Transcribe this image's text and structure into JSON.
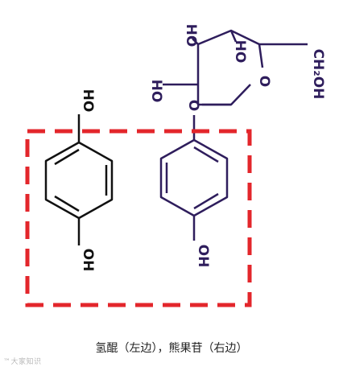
{
  "labels": {
    "hq_top_oh": "HO",
    "hq_bottom_oh": "OH",
    "arb_phenol_oh": "OH",
    "sugar_oh_left": "HO",
    "sugar_oh_top": "HO",
    "sugar_oh_ring": "HO",
    "ring_oxygen": "O",
    "glycosidic_oxygen": "O",
    "ch2oh": "CH₂OH"
  },
  "caption": "氢醌（左边），熊果苷（右边）",
  "watermark": "™大家知识",
  "colors": {
    "hydroquinone": "#111111",
    "arbutin": "#2e1d5c",
    "highlight_box": "#e3262b"
  }
}
